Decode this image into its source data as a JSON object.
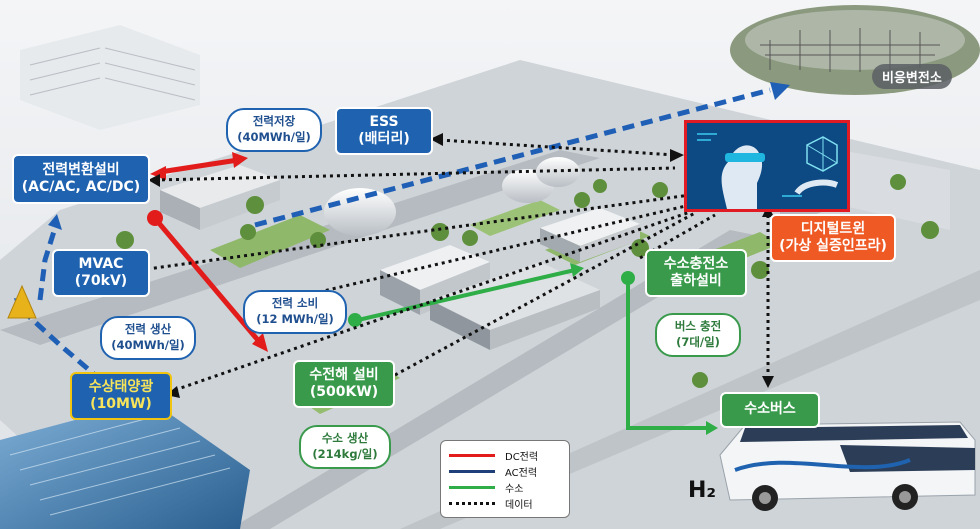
{
  "nodes": {
    "power_conversion": {
      "line1": "전력변환설비",
      "line2": "(AC/AC, AC/DC)"
    },
    "ess": {
      "line1": "ESS",
      "line2": "(배터리)"
    },
    "mvac": {
      "line1": "MVAC",
      "line2": "(70kV)"
    },
    "solar": {
      "line1": "수상태양광",
      "line2": "(10MW)"
    },
    "electrolysis": {
      "line1": "수전해 설비",
      "line2": "(500KW)"
    },
    "h2_station": {
      "line1": "수소충전소",
      "line2": "출하설비"
    },
    "digital_twin": {
      "line1": "디지털트윈",
      "line2": "(가상 실증인프라)"
    },
    "h2_bus": {
      "line1": "수소버스"
    }
  },
  "bubbles": {
    "storage": {
      "line1": "전력저장",
      "line2": "(40MWh/일)"
    },
    "consumption": {
      "line1": "전력 소비",
      "line2": "(12 MWh/일)"
    },
    "production": {
      "line1": "전력 생산",
      "line2": "(40MWh/일)"
    },
    "h2_production": {
      "line1": "수소 생산",
      "line2": "(214kg/일)"
    },
    "bus_charge": {
      "line1": "버스 충전",
      "line2": "(7대/일)"
    }
  },
  "substation_label": "비응변전소",
  "h2_mark": "H₂",
  "legend": [
    {
      "label": "DC전력",
      "color": "#e21b1b",
      "style": "solid"
    },
    {
      "label": "AC전력",
      "color": "#1f3f7a",
      "style": "solid"
    },
    {
      "label": "수소",
      "color": "#2fae48",
      "style": "solid"
    },
    {
      "label": "데이터",
      "color": "#111111",
      "style": "dotted"
    }
  ],
  "colors": {
    "blue": "#1f63b0",
    "green": "#3a9a4c",
    "orange": "#ef5a24",
    "red": "#e21b1b",
    "dashblue": "#1f5fb5",
    "hydrogen": "#2fae48"
  }
}
